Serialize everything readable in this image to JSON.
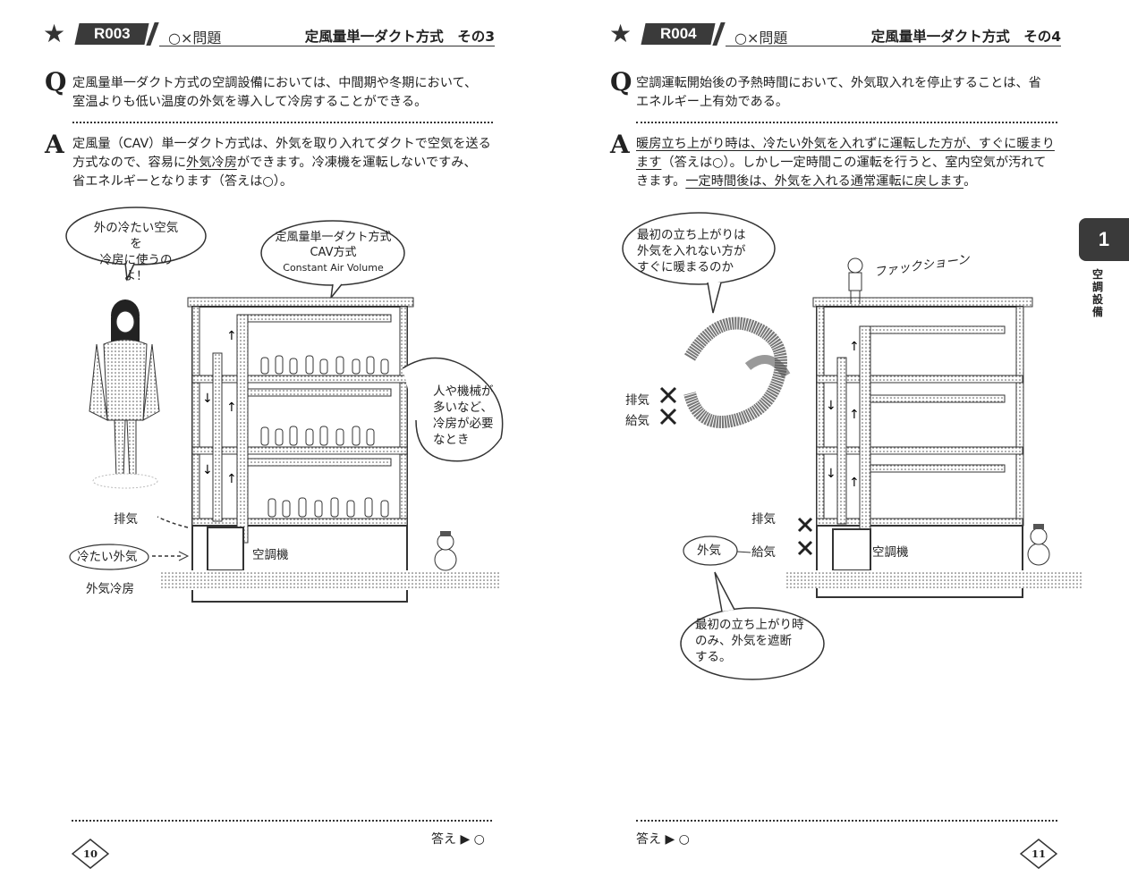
{
  "left": {
    "badge": "R003",
    "ox_label": "○×問題",
    "section_title": "定風量単一ダクト方式　その3",
    "q_letter": "Q",
    "question": [
      "定風量単一ダクト方式の空調設備においては、中間期や冬期において、",
      "室温よりも低い温度の外気を導入して冷房することができる。"
    ],
    "a_letter": "A",
    "answer_line1": "定風量（CAV）単一ダクト方式は、外気を取り入れてダクトで空気を送る",
    "answer_line2_pre": "方式なので、容易に",
    "answer_line2_ul": "外気冷房",
    "answer_line2_post": "ができます。冷凍機を運転しないですみ、",
    "answer_line3": "省エネルギーとなります（答えは○）。",
    "bubble_woman": [
      "外の冷たい空気を",
      "冷房に使うのよ！"
    ],
    "bubble_cav": [
      "定風量単一ダクト方式",
      "CAV方式",
      "Constant Air Volume"
    ],
    "bubble_people": [
      "人や機械が",
      "多いなど、",
      "冷房が必要",
      "なとき"
    ],
    "exhaust": "排気",
    "cold_air": "冷たい外気",
    "ahu": "空調機",
    "outside_cooling": "外気冷房",
    "footer_answer": "答え ▶ ○",
    "page_number": "10"
  },
  "right": {
    "badge": "R004",
    "ox_label": "○×問題",
    "section_title": "定風量単一ダクト方式　その4",
    "q_letter": "Q",
    "question": [
      "空調運転開始後の予熱時間において、外気取入れを停止することは、省",
      "エネルギー上有効である。"
    ],
    "a_letter": "A",
    "answer_line1_ul": "暖房立ち上がり時は、冷たい外気を入れずに運転した方が、すぐに暖まり",
    "answer_line2_ul": "ます",
    "answer_line2_post": "（答えは○）。しかし一定時間この運転を行うと、室内空気が汚れて",
    "answer_line3_pre": "きます。",
    "answer_line3_ul": "一定時間後は、外気を入れる通常運転に戻します",
    "answer_line3_post": "。",
    "bubble_top": [
      "最初の立ち上がりは",
      "外気を入れない方が",
      "すぐに暖まるのか"
    ],
    "sneeze": "ファックショーン",
    "exhaust_left": "排気",
    "supply_left": "給気",
    "exhaust": "排気",
    "supply": "給気",
    "outside_air": "外気",
    "ahu": "空調機",
    "bubble_bottom": [
      "最初の立ち上がり時",
      "のみ、外気を遮断",
      "する。"
    ],
    "footer_answer": "答え ▶ ○",
    "page_number": "11"
  },
  "tab": {
    "number": "1",
    "label": "空調設備"
  }
}
